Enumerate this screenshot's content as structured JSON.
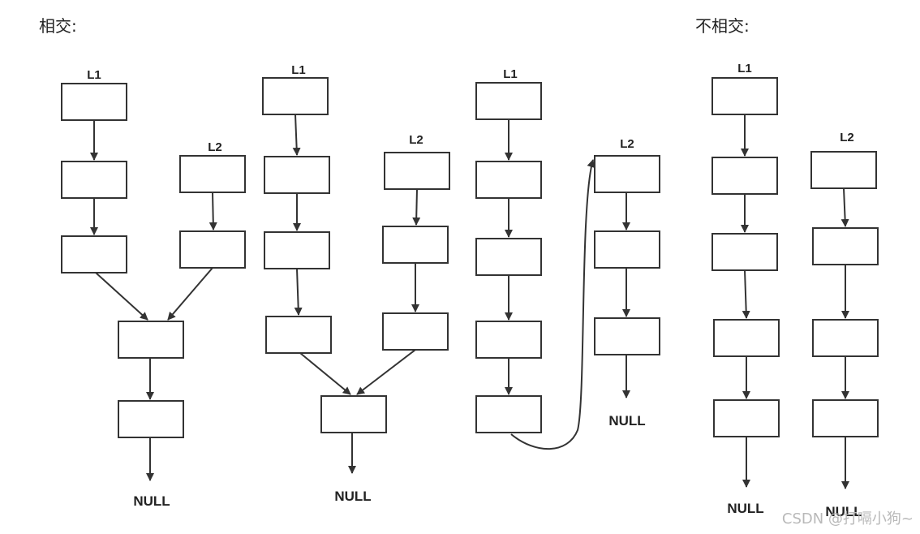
{
  "headings": {
    "intersect": "相交:",
    "not_intersect": "不相交:"
  },
  "labels": {
    "l1": "L1",
    "l2": "L2",
    "null": "NULL"
  },
  "watermark": "CSDN @打嗝小狗~",
  "colors": {
    "stroke": "#333333",
    "watermark": "#b9b9b9"
  }
}
